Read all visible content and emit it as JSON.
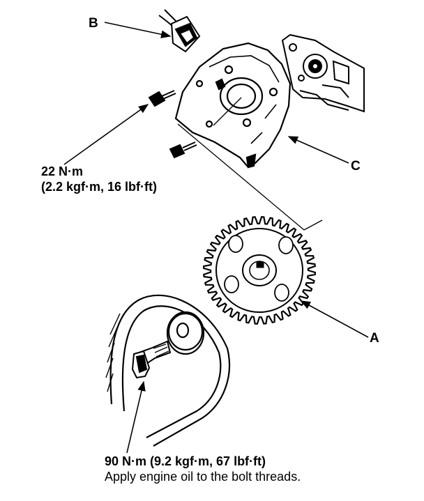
{
  "callouts": {
    "a": "A",
    "b": "B",
    "c": "C"
  },
  "torque_cover_bolt": {
    "line1": "22 N·m",
    "line2": "(2.2 kgf·m, 16 lbf·ft)"
  },
  "torque_pulley_bolt": {
    "line1": "90 N·m (9.2 kgf·m, 67 lbf·ft)",
    "line2": "Apply engine oil to the bolt threads."
  }
}
